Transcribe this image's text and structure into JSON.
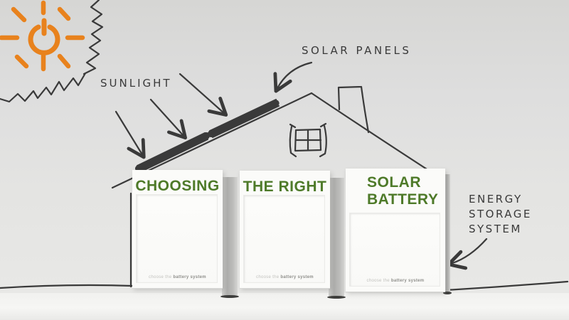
{
  "illustration": {
    "labels": {
      "sunlight": "SUNLIGHT",
      "solar_panels": "SOLAR PANELS",
      "energy_storage": [
        "ENERGY",
        "STORAGE",
        "SYSTEM"
      ]
    },
    "battery_boxes": [
      {
        "title_lines": [
          "CHOOSING"
        ],
        "footnote_light": "choose the",
        "footnote_bold": "battery system"
      },
      {
        "title_lines": [
          "THE RIGHT"
        ],
        "footnote_light": "choose the",
        "footnote_bold": "battery system"
      },
      {
        "title_lines": [
          "SOLAR",
          "BATTERY"
        ],
        "footnote_light": "choose the",
        "footnote_bold": "battery system"
      }
    ],
    "colors": {
      "sun_orange": "#e8821d",
      "title_green": "#4e7a29",
      "ink": "#3a3a3a"
    }
  }
}
